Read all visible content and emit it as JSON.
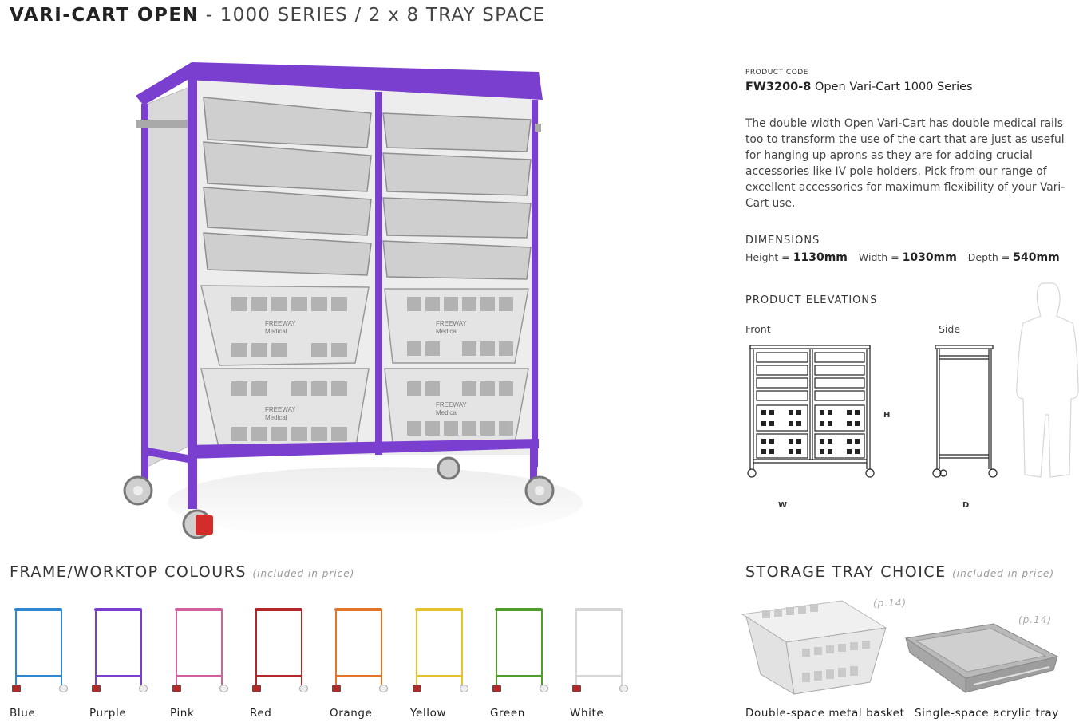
{
  "title": {
    "bold": "VARI-CART OPEN",
    "rest": " - 1000 SERIES / 2 x 8 TRAY SPACE"
  },
  "product": {
    "code_label": "PRODUCT CODE",
    "code": "FW3200-8",
    "name": " Open Vari-Cart 1000 Series",
    "description": "The double width Open Vari-Cart has double medical rails too to transform the use of the cart that are just as useful for hanging up aprons as they are for adding crucial accessories like IV pole holders. Pick from our range of excellent accessories for maximum flexibility of your Vari-Cart use.",
    "frame_color": "#7b3fd0"
  },
  "dimensions": {
    "heading": "DIMENSIONS",
    "height_label": "Height = ",
    "height_value": "1130mm",
    "width_label": "Width = ",
    "width_value": "1030mm",
    "depth_label": "Depth = ",
    "depth_value": "540mm"
  },
  "elevations": {
    "heading": "PRODUCT ELEVATIONS",
    "front_label": "Front",
    "side_label": "Side",
    "height_marker": "H",
    "width_marker": "W",
    "depth_marker": "D"
  },
  "basket_brand": {
    "line1": "FREEWAY",
    "line2": "Medical"
  },
  "colours": {
    "heading": "FRAME/WORKTOP COLOURS",
    "note": "(included in price)",
    "items": [
      {
        "name": "Blue",
        "hex": "#2f86d1"
      },
      {
        "name": "Purple",
        "hex": "#7b3fd0"
      },
      {
        "name": "Pink",
        "hex": "#d2609f"
      },
      {
        "name": "Red",
        "hex": "#b3262b"
      },
      {
        "name": "Orange",
        "hex": "#e3752a"
      },
      {
        "name": "Yellow",
        "hex": "#e3c22e"
      },
      {
        "name": "Green",
        "hex": "#4f9e2a"
      },
      {
        "name": "White",
        "hex": "#d6d6d6"
      }
    ]
  },
  "trays": {
    "heading": "STORAGE TRAY CHOICE",
    "note": "(included in price)",
    "items": [
      {
        "name": "Double-space metal basket",
        "page_ref": "(p.14)"
      },
      {
        "name": "Single-space acrylic tray",
        "page_ref": "(p.14)"
      }
    ]
  }
}
